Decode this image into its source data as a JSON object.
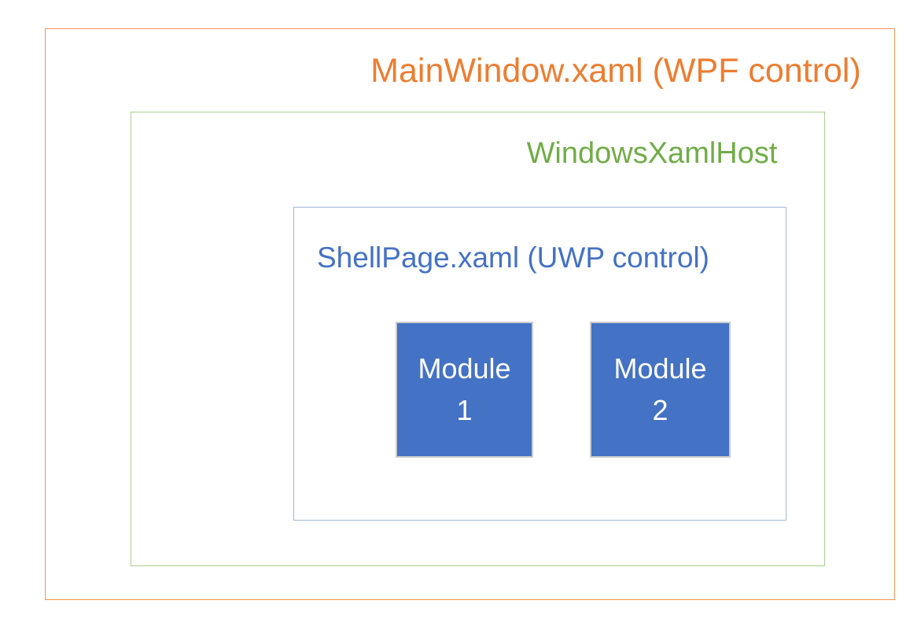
{
  "diagram": {
    "main_window": {
      "label": "MainWindow.xaml (WPF control)",
      "text_color": "#ED7D31",
      "border_color": "#F0955B"
    },
    "xaml_host": {
      "label": "WindowsXamlHost",
      "text_color": "#70AD47",
      "border_color": "#A9D18E"
    },
    "shell_page": {
      "label": "ShellPage.xaml (UWP control)",
      "text_color": "#4472C4",
      "border_color": "#A6B8DC"
    },
    "modules": [
      {
        "line1": "Module",
        "line2": "1"
      },
      {
        "line1": "Module",
        "line2": "2"
      }
    ],
    "module_style": {
      "fill_color": "#4472C4",
      "border_color": "#CBCBCB",
      "text_color": "#FFFFFF"
    }
  }
}
